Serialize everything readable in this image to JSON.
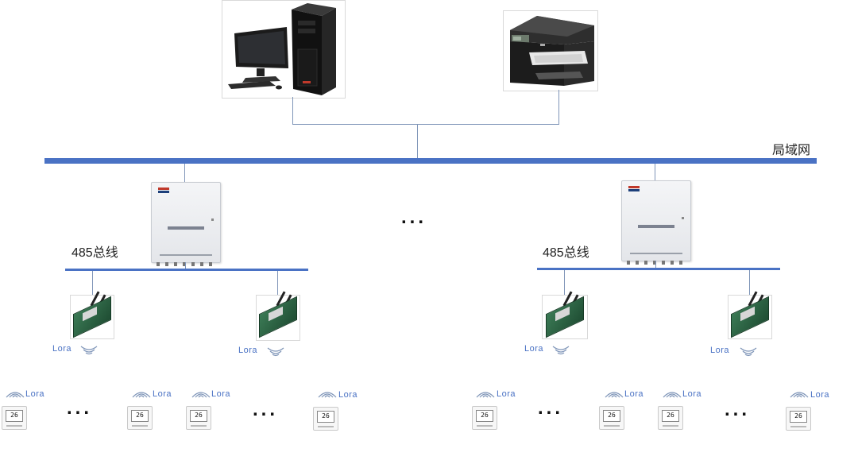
{
  "diagram": {
    "lan_label": "局域网",
    "bus_labels": [
      "485总线",
      "485总线"
    ],
    "lora_label": "Lora",
    "thermostat_reading": "26",
    "ellipsis": "..."
  },
  "icons": {
    "computer": "desktop-computer-icon",
    "printer": "printer-icon",
    "collector": "data-collector-cabinet-icon",
    "gateway": "lora-gateway-icon",
    "thermostat": "thermostat-icon",
    "signal": "wifi-signal-icon"
  },
  "colors": {
    "lan_bar": "#4a72c4",
    "bus_bar": "#4a72c4",
    "connector": "#7f95b8",
    "lora_text": "#4a72c4"
  }
}
